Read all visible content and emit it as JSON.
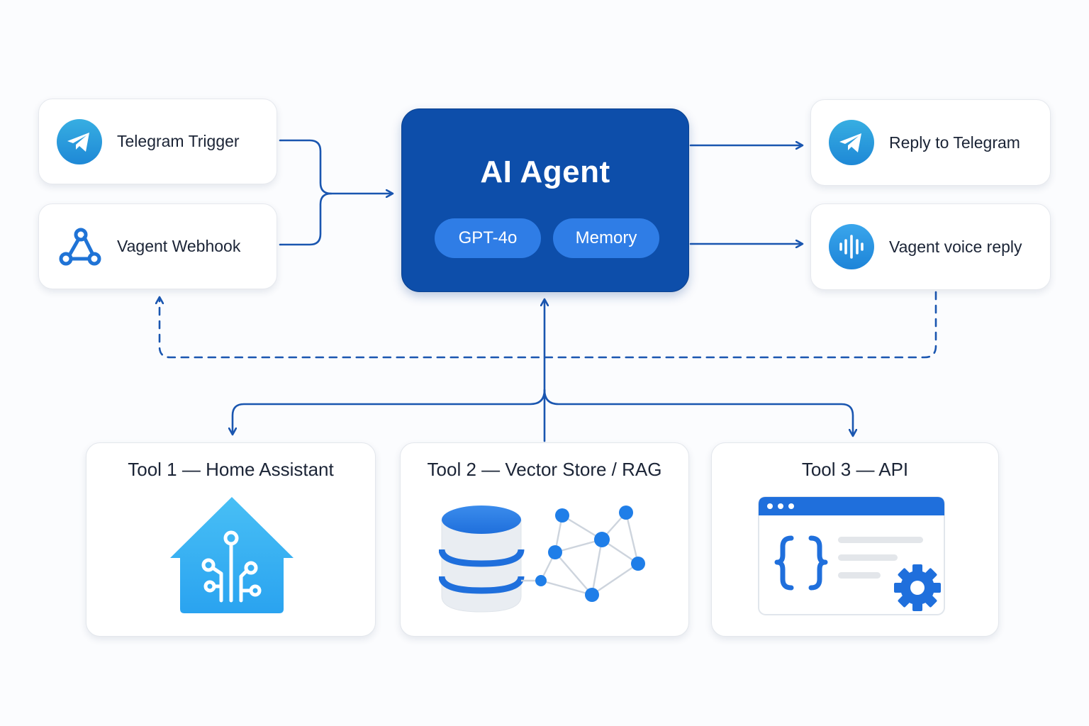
{
  "inputs": [
    {
      "label": "Telegram Trigger",
      "icon": "telegram-icon"
    },
    {
      "label": "Vagent Webhook",
      "icon": "webhook-icon"
    }
  ],
  "agent": {
    "title": "AI Agent",
    "chips": [
      "GPT-4o",
      "Memory"
    ]
  },
  "outputs": [
    {
      "label": "Reply to Telegram",
      "icon": "telegram-icon"
    },
    {
      "label": "Vagent voice reply",
      "icon": "voice-waveform-icon"
    }
  ],
  "tools": [
    {
      "title": "Tool 1 — Home Assistant",
      "icon": "home-assistant-icon"
    },
    {
      "title": "Tool 2 — Vector Store / RAG",
      "icon": "database-graph-icon"
    },
    {
      "title": "Tool 3 — API",
      "icon": "api-window-icon"
    }
  ],
  "colors": {
    "primary": "#0d4eaa",
    "accent": "#2f7de6",
    "line": "#1a56b0",
    "icon_blue": "#2a92e8"
  }
}
